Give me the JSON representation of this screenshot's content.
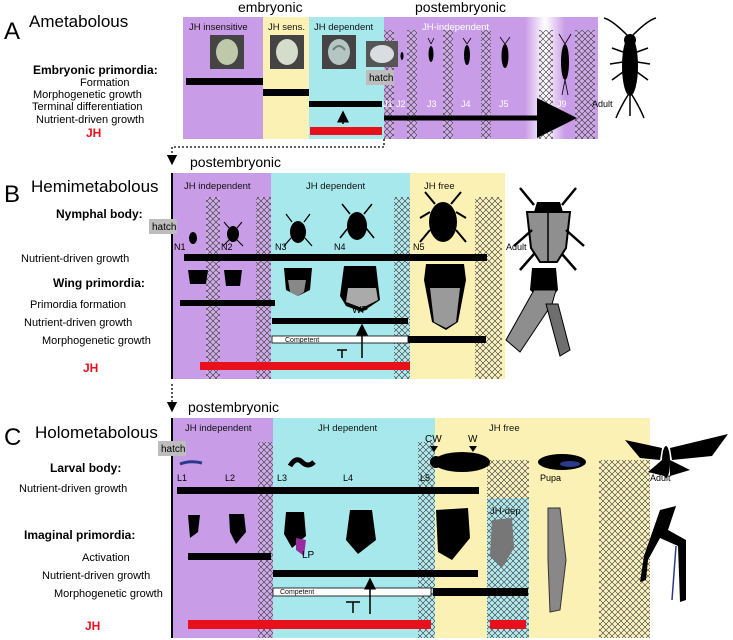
{
  "colors": {
    "purple": "#c89ce6",
    "yellow": "#fbf1b4",
    "cyan": "#a6e8ec",
    "jh_red": "#e8101a",
    "bar": "#000000"
  },
  "A": {
    "letter": "A",
    "title": "Ametabolous",
    "embryonic": "embryonic",
    "postembryonic": "postembryonic",
    "zones": [
      "JH insensitive",
      "JH sens.",
      "JH dependent",
      "JH-independent"
    ],
    "hatch": "hatch",
    "rows": {
      "primordia": "Embryonic primordia:",
      "formation": "Formation",
      "morpho": "Morphogenetic growth",
      "terminal": "Terminal differentiation",
      "nutrient": "Nutrient-driven growth",
      "jh": "JH"
    },
    "stages": [
      "J1",
      "J2",
      "J3",
      "J4",
      "J5",
      "J9",
      "Adult"
    ],
    "icons": [
      "egg-icon",
      "embryo-icon",
      "silverfish-icon"
    ]
  },
  "B": {
    "letter": "B",
    "title": "Hemimetabolous",
    "postembryonic": "postembryonic",
    "zones": [
      "JH independent",
      "JH dependent",
      "JH free"
    ],
    "hatch": "hatch",
    "rows": {
      "body": "Nymphal body:",
      "nutrient_body": "Nutrient-driven growth",
      "wing": "Wing primordia:",
      "formation": "Primordia formation",
      "nutrient": "Nutrient-driven growth",
      "morpho": "Morphogenetic growth",
      "jh": "JH"
    },
    "stages": [
      "N1",
      "N2",
      "N3",
      "N4",
      "N5",
      "Adult"
    ],
    "competent": "Competent",
    "wp": "WP",
    "icons": [
      "bug-icon",
      "wing-pad-icon"
    ]
  },
  "C": {
    "letter": "C",
    "title": "Holometabolous",
    "postembryonic": "postembryonic",
    "zones": [
      "JH independent",
      "JH dependent",
      "JH free",
      "JH-dep"
    ],
    "hatch": "hatch",
    "rows": {
      "body": "Larval body:",
      "nutrient_body": "Nutrient-driven growth",
      "primordia": "Imaginal primordia:",
      "activation": "Activation",
      "nutrient": "Nutrient-driven growth",
      "morpho": "Morphogenetic growth",
      "jh": "JH"
    },
    "stages": [
      "L1",
      "L2",
      "L3",
      "L4",
      "L5",
      "Pupa",
      "Adult"
    ],
    "marks": [
      "CW",
      "W"
    ],
    "competent": "Competent",
    "lp": "LP",
    "icons": [
      "caterpillar-icon",
      "pupa-icon",
      "moth-icon",
      "leg-disc-icon"
    ]
  }
}
